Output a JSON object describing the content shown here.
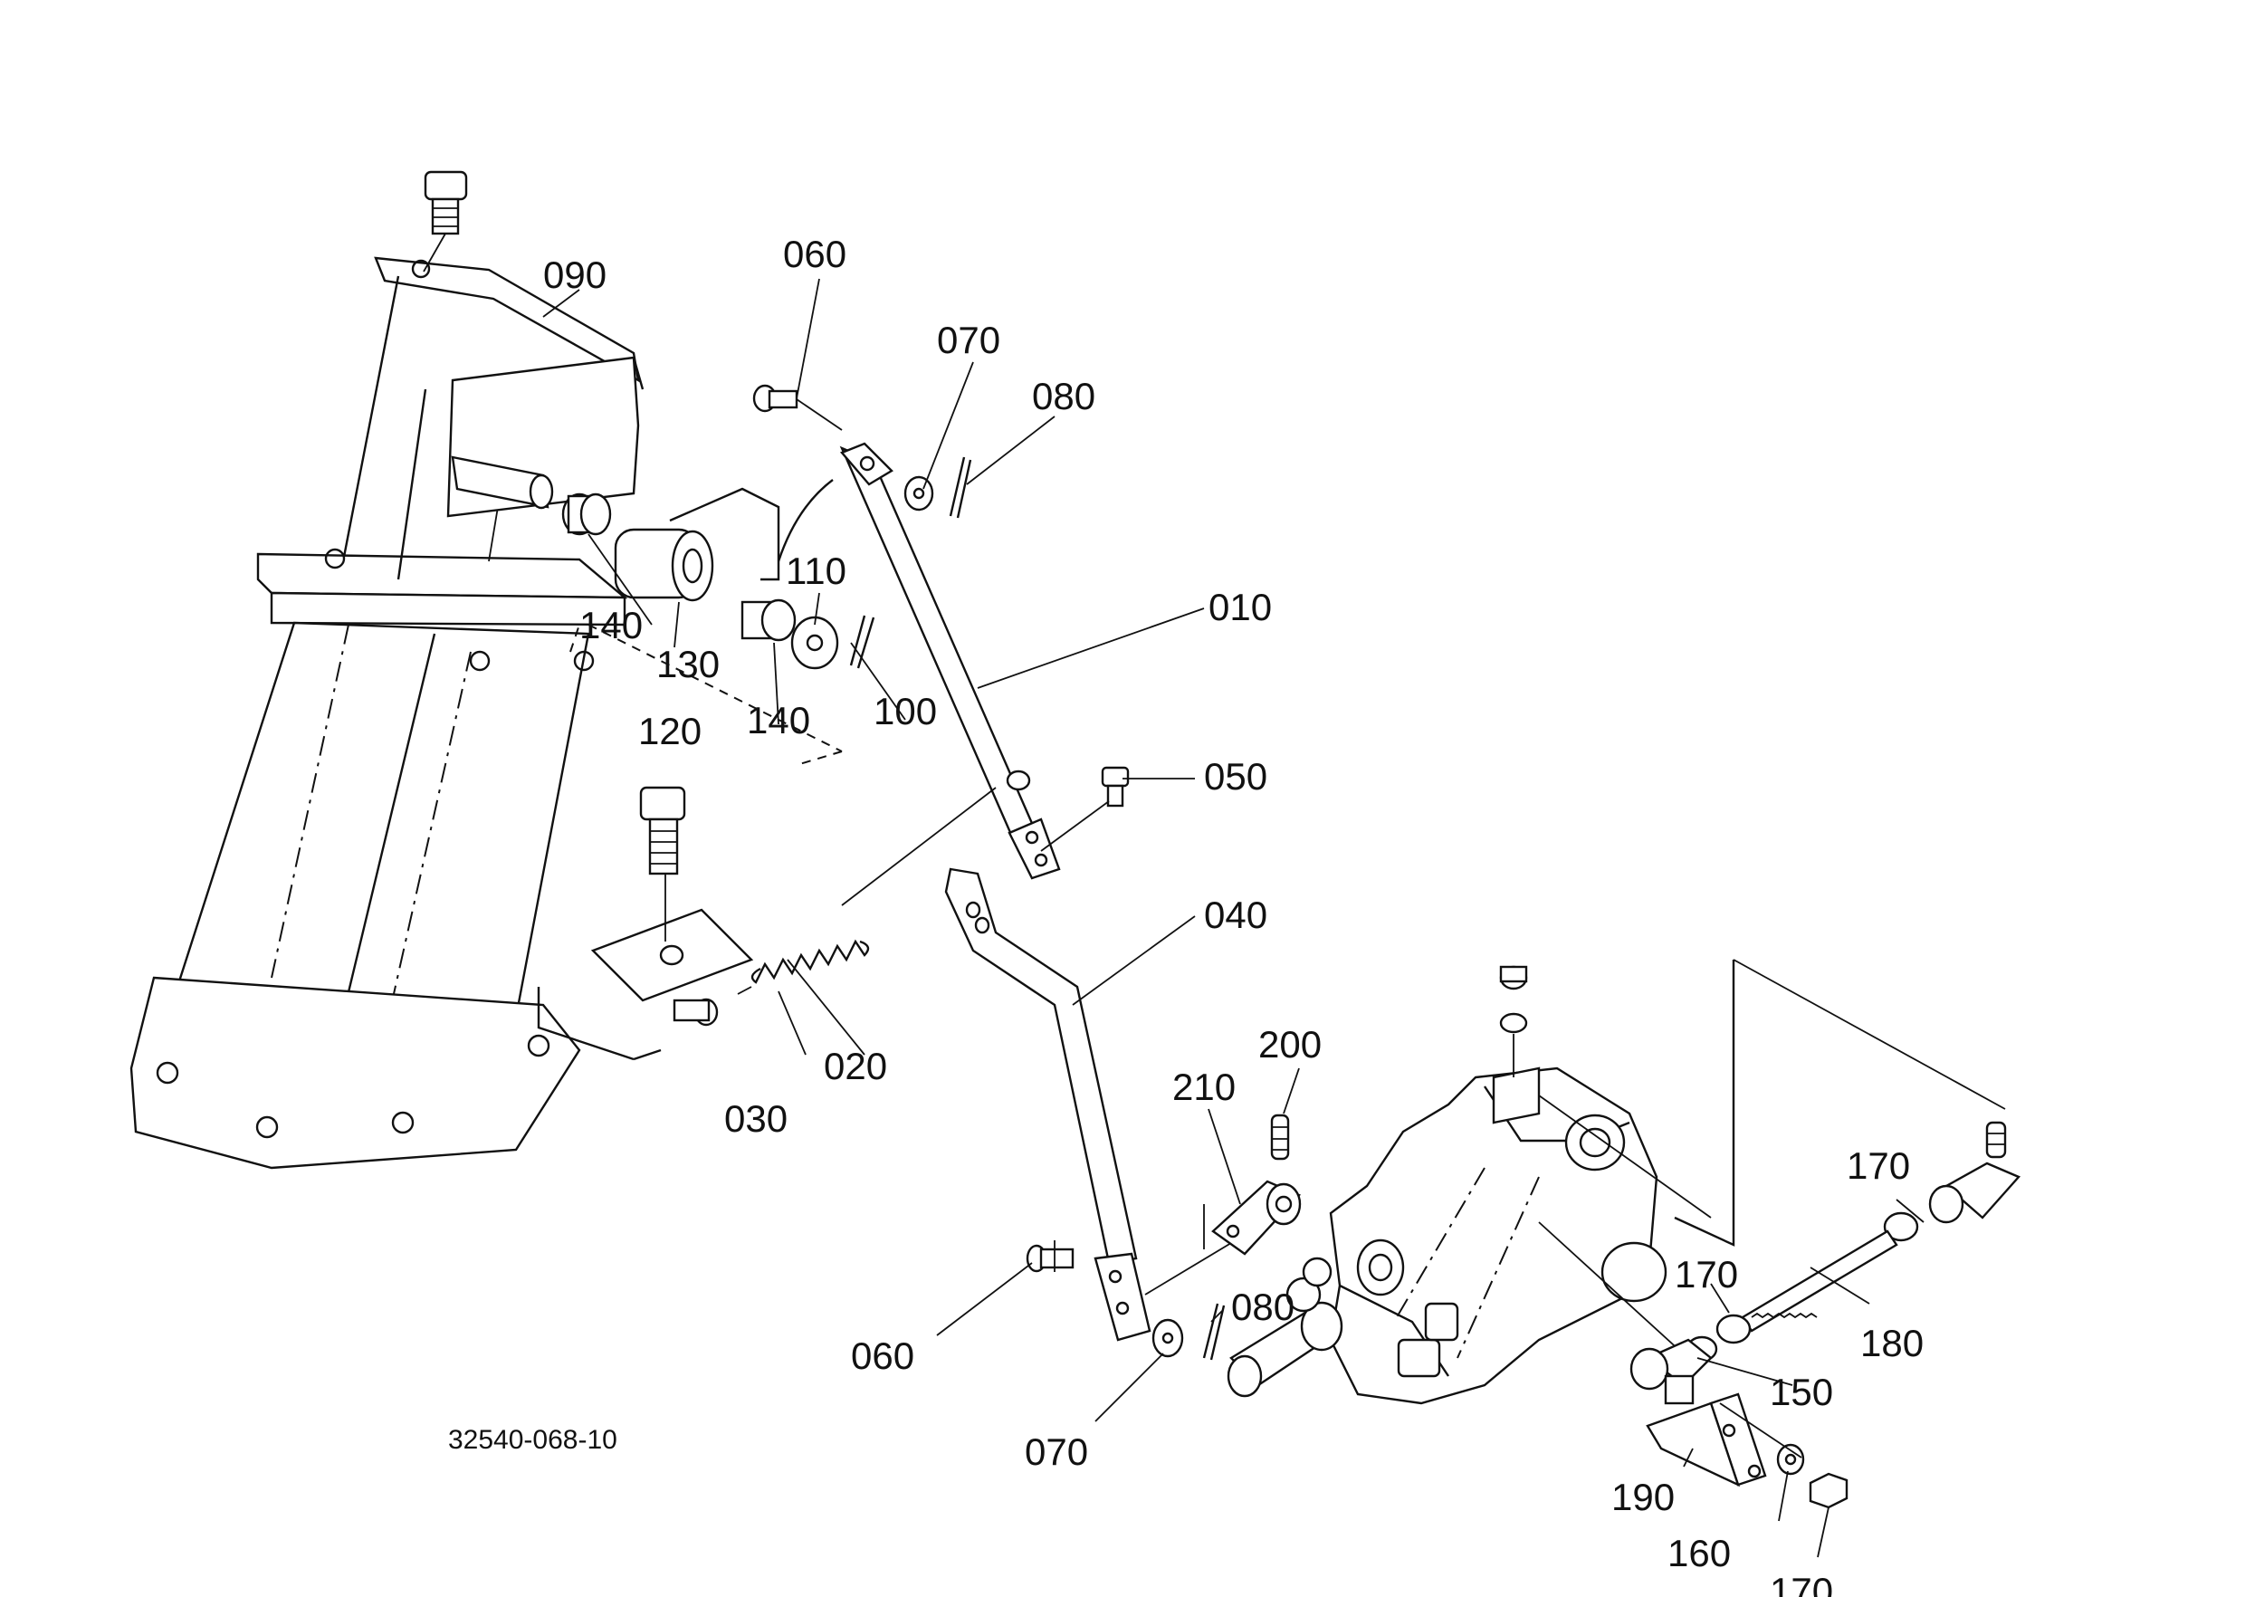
{
  "figure_code": "32540-068-10",
  "labels": {
    "p010": "010",
    "p020": "020",
    "p030": "030",
    "p040": "040",
    "p050": "050",
    "p060a": "060",
    "p060b": "060",
    "p070a": "070",
    "p070b": "070",
    "p080a": "080",
    "p080b": "080",
    "p090": "090",
    "p100": "100",
    "p110": "110",
    "p120": "120",
    "p130": "130",
    "p140a": "140",
    "p140b": "140",
    "p150": "150",
    "p160": "160",
    "p170a": "170",
    "p170b": "170",
    "p170c": "170",
    "p180": "180",
    "p190": "190",
    "p200": "200",
    "p210": "210"
  },
  "colors": {
    "ink": "#111111",
    "paper": "#ffffff"
  }
}
